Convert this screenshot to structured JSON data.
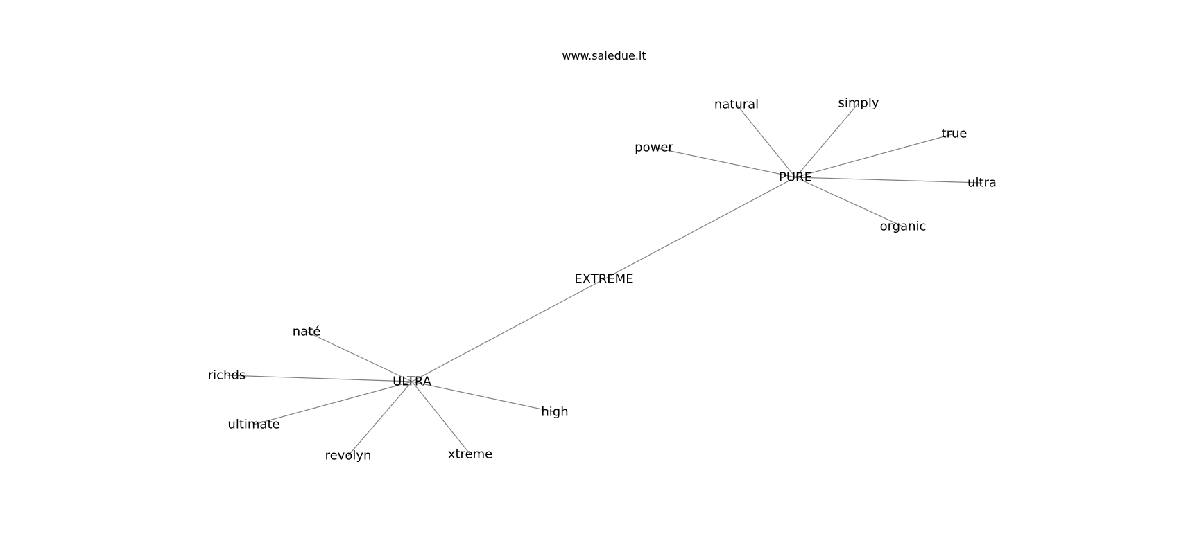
{
  "title": "www.saiedue.it",
  "colors": {
    "edge": "#808080",
    "label": "#000000",
    "background": "#ffffff"
  },
  "nodes": [
    {
      "id": "pure",
      "label": "PURE"
    },
    {
      "id": "extreme",
      "label": "EXTREME"
    },
    {
      "id": "ultra_hub",
      "label": "ULTRA"
    },
    {
      "id": "natural",
      "label": "natural"
    },
    {
      "id": "simply",
      "label": "simply"
    },
    {
      "id": "true",
      "label": "true"
    },
    {
      "id": "power",
      "label": "power"
    },
    {
      "id": "ultra",
      "label": "ultra"
    },
    {
      "id": "organic",
      "label": "organic"
    },
    {
      "id": "nate",
      "label": "naté"
    },
    {
      "id": "richds",
      "label": "richds"
    },
    {
      "id": "ultimate",
      "label": "ultimate"
    },
    {
      "id": "revolyn",
      "label": "revolyn"
    },
    {
      "id": "xtreme",
      "label": "xtreme"
    },
    {
      "id": "high",
      "label": "high"
    }
  ],
  "edges": [
    [
      "pure",
      "natural"
    ],
    [
      "pure",
      "simply"
    ],
    [
      "pure",
      "true"
    ],
    [
      "pure",
      "power"
    ],
    [
      "pure",
      "ultra"
    ],
    [
      "pure",
      "organic"
    ],
    [
      "pure",
      "extreme"
    ],
    [
      "extreme",
      "ultra_hub"
    ],
    [
      "ultra_hub",
      "nate"
    ],
    [
      "ultra_hub",
      "richds"
    ],
    [
      "ultra_hub",
      "ultimate"
    ],
    [
      "ultra_hub",
      "revolyn"
    ],
    [
      "ultra_hub",
      "xtreme"
    ],
    [
      "ultra_hub",
      "high"
    ]
  ]
}
